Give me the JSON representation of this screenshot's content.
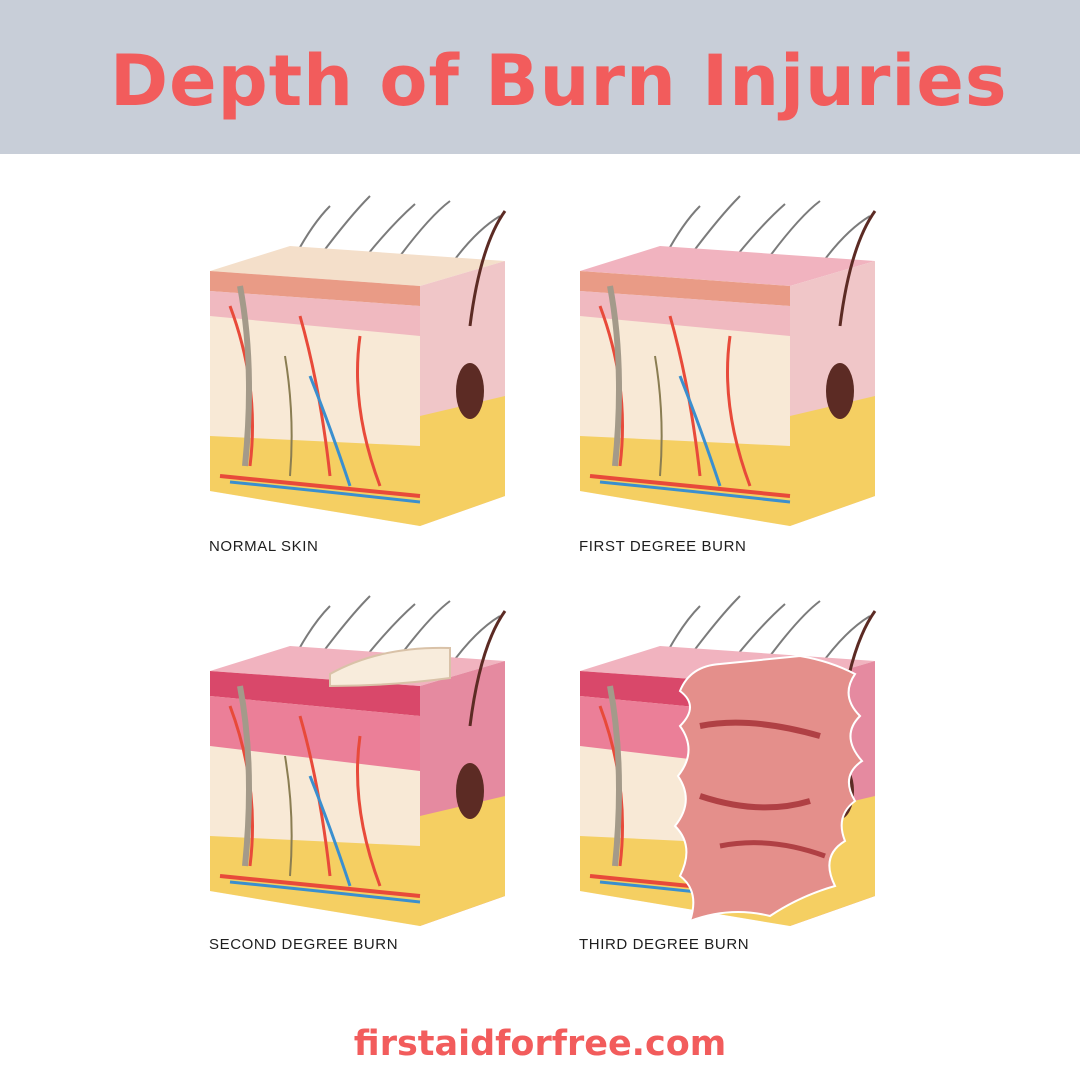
{
  "header": {
    "title": "Depth of Burn Injuries"
  },
  "panels": [
    {
      "key": "normal",
      "caption": "NORMAL SKIN"
    },
    {
      "key": "first",
      "caption": "FIRST DEGREE BURN"
    },
    {
      "key": "second",
      "caption": "SECOND DEGREE BURN"
    },
    {
      "key": "third",
      "caption": "THIRD DEGREE BURN"
    }
  ],
  "footer": {
    "site": "firstaidforfree.com"
  },
  "colors": {
    "title": "#f25c5c",
    "header_bg": "#c8ced8",
    "epidermis_normal": "#f4dfca",
    "epidermis_burn": "#f1b3bf",
    "dermis": "#f8e9d6",
    "fat": "#f5cf62",
    "artery": "#e84a3a",
    "vein": "#3a8fcf",
    "nerve": "#8a7d52",
    "hair": "#5c2b24",
    "eschar": "#e48f8b"
  }
}
